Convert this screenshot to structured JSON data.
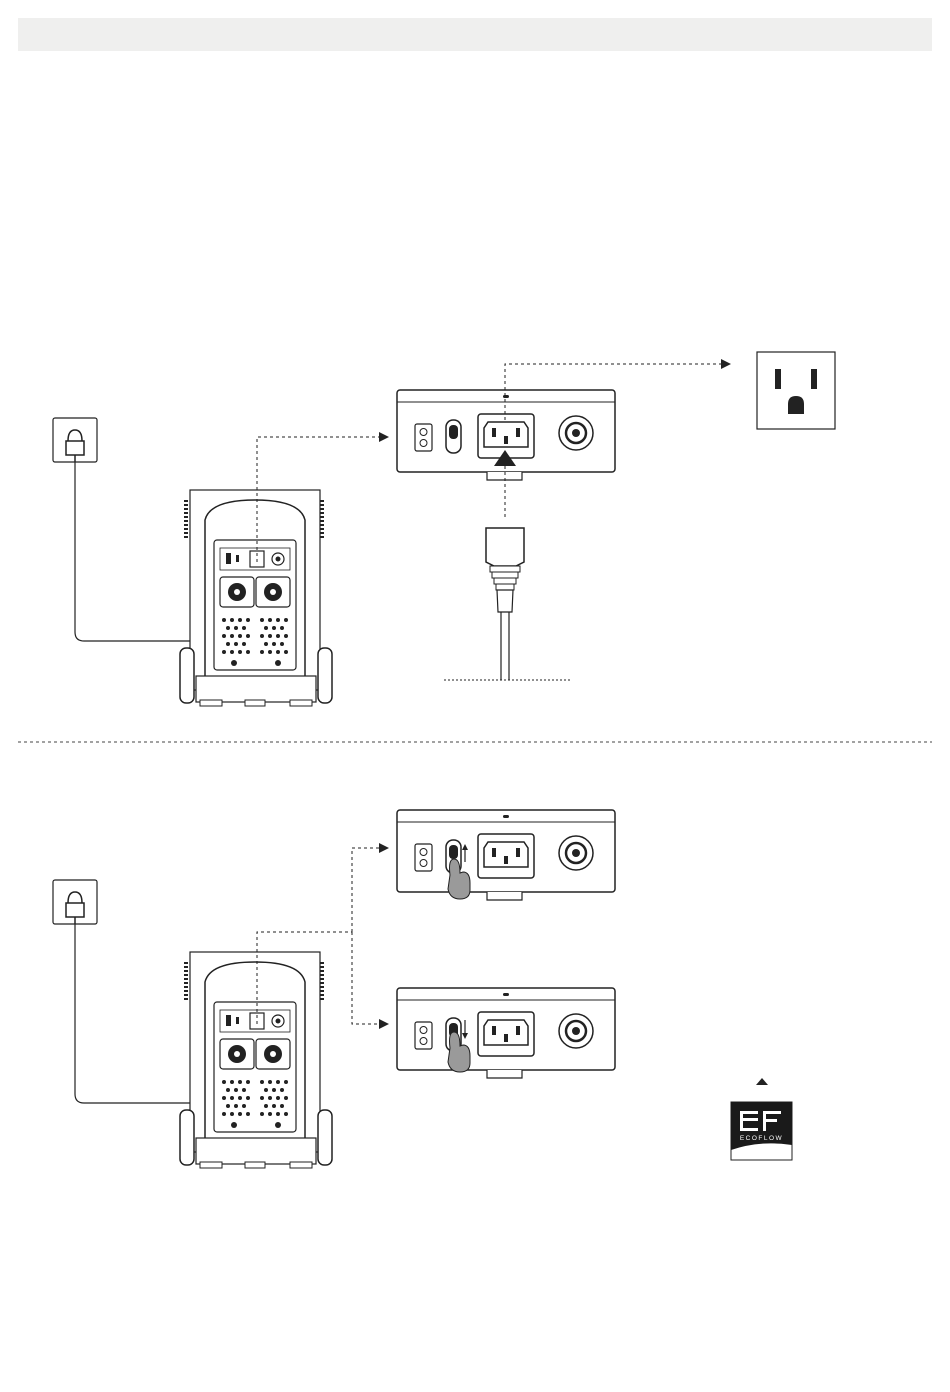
{
  "header_bar": {
    "color": "#efefee"
  },
  "colors": {
    "line": "#222222",
    "background": "#ffffff",
    "hand": "#9a9a9a",
    "logo_bg": "#1a1a1a"
  },
  "logo": {
    "monogram": "EF",
    "wordmark": "ECOFLOW"
  },
  "sections": [
    {
      "id": "connect-ac",
      "switch_direction": "none"
    },
    {
      "id": "switch-position",
      "switch_directions": [
        "up",
        "down"
      ]
    }
  ]
}
